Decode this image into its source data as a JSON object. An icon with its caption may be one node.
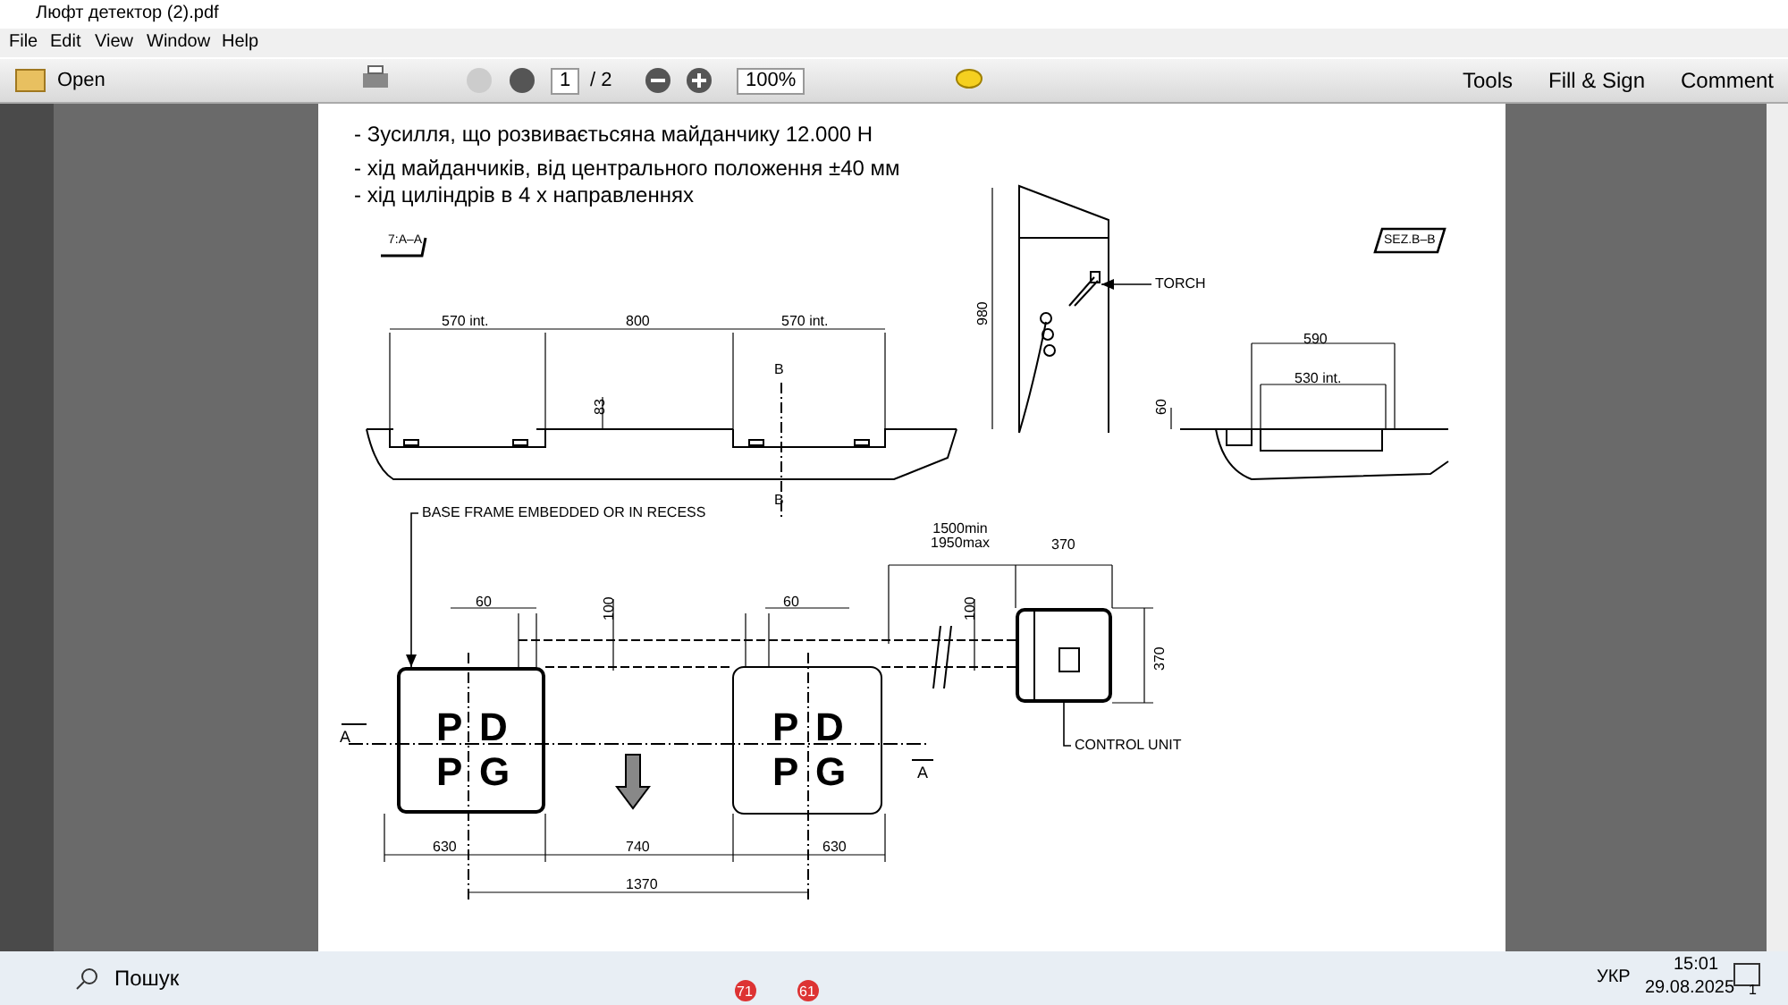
{
  "diagram": {
    "nodes": [
      {
        "text": [
          "TORCH"
        ]
      },
      {
        "text": [],
        "shape": "picture"
      },
      {
        "text": [
          "BASE FRAME EMBEDDED OR IN RECESS"
        ]
      },
      {
        "text": [],
        "shape": "box"
      },
      {
        "text": [
          "CONTROL UNIT"
        ]
      },
      {
        "text": [],
        "shape": "box"
      }
    ],
    "edges": [
      {
        "from": 0,
        "to": 1,
        "arrow": "to"
      },
      {
        "from": 2,
        "to": 3,
        "arrow": "to"
      },
      {
        "from": 4,
        "to": 5,
        "arrow": "none"
      }
    ],
    "labels": [
      "Люфт детектор (2).pdf",
      "File",
      "Edit",
      "View",
      "Window",
      "Help",
      "Open",
      "1",
      "/ 2",
      "100%",
      "Tools",
      "Fill & Sign",
      "Comment",
      "- Зусилля, що розвиваєтьсяна майданчику 12.000 Н",
      "- хід майданчиків, від центрального положення ±40 мм",
      "- хід циліндрів в 4 х направленнях",
      "7:A–A",
      "SEZ.B–B",
      "570 int.",
      "800",
      "570 int.",
      "83",
      "B",
      "B",
      "980",
      "590",
      "530 int.",
      "60",
      "1500min 1950max",
      "370",
      "60",
      "100",
      "60",
      "100",
      "370",
      "A",
      "A",
      "P",
      "D",
      "P",
      "G",
      "P",
      "D",
      "P",
      "G",
      "630",
      "740",
      "630",
      "1370",
      "Пошук",
      "71",
      "61",
      "УКР",
      "15:01",
      "29.08.2025",
      "1"
    ]
  }
}
